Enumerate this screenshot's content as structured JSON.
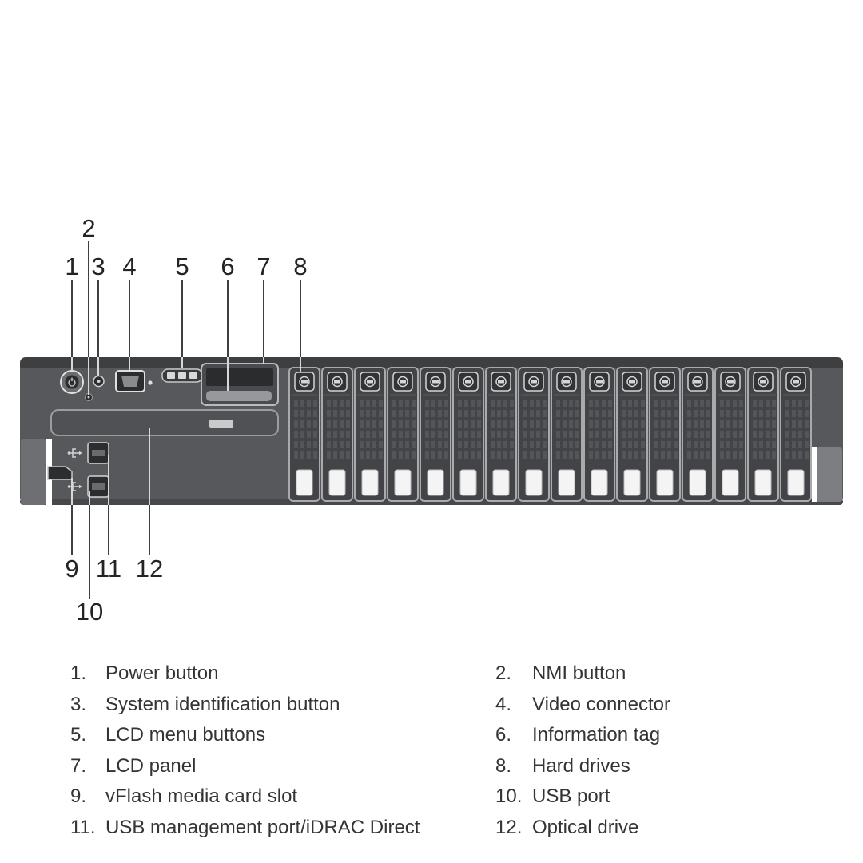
{
  "callouts": {
    "c1": "1",
    "c2": "2",
    "c3": "3",
    "c4": "4",
    "c5": "5",
    "c6": "6",
    "c7": "7",
    "c8": "8",
    "c9": "9",
    "c10": "10",
    "c11": "11",
    "c12": "12"
  },
  "legend": {
    "rows": [
      {
        "ln": "1.",
        "lt": "Power button",
        "rn": "2.",
        "rt": "NMI button"
      },
      {
        "ln": "3.",
        "lt": "System identification button",
        "rn": "4.",
        "rt": "Video connector"
      },
      {
        "ln": "5.",
        "lt": "LCD menu buttons",
        "rn": "6.",
        "rt": "Information tag"
      },
      {
        "ln": "7.",
        "lt": "LCD panel",
        "rn": "8.",
        "rt": "Hard drives"
      },
      {
        "ln": "9.",
        "lt": "vFlash media card slot",
        "rn": "10.",
        "rt": "USB port"
      },
      {
        "ln": "11.",
        "lt": "USB management port/iDRAC Direct",
        "rn": "12.",
        "rt": "Optical drive"
      }
    ]
  }
}
